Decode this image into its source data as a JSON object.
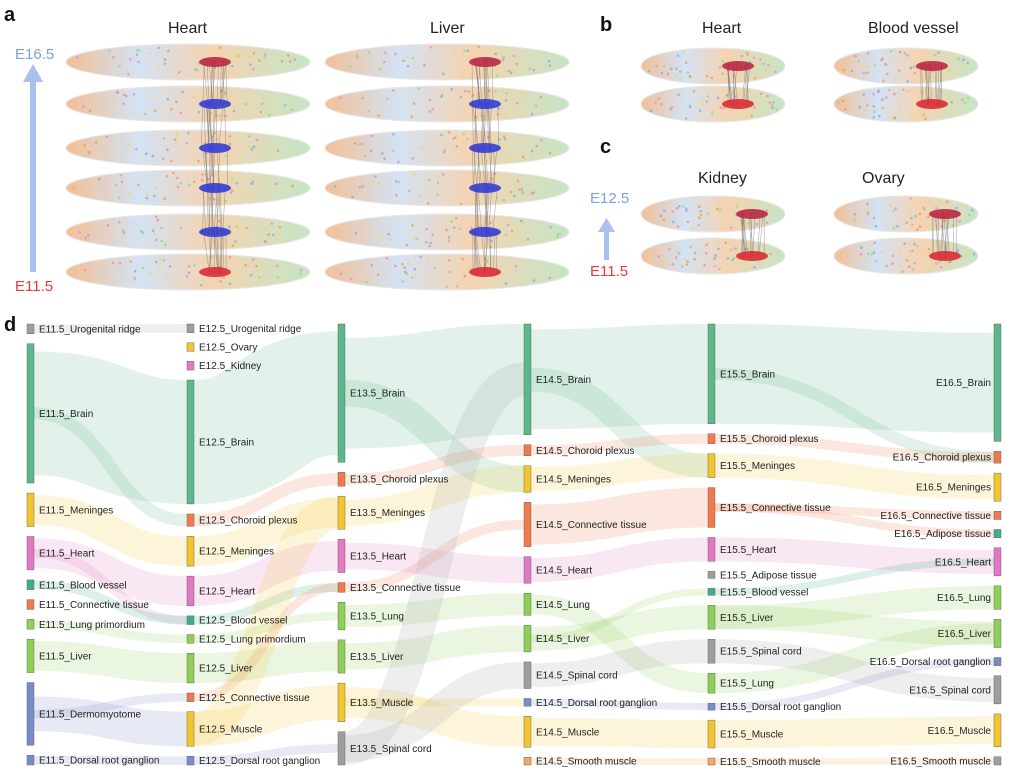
{
  "panels": {
    "a": {
      "label": "a",
      "titles": [
        "Heart",
        "Liver"
      ],
      "time_top": "E16.5",
      "time_bottom": "E11.5"
    },
    "b": {
      "label": "b",
      "titles": [
        "Heart",
        "Blood vessel"
      ]
    },
    "c": {
      "label": "c",
      "titles": [
        "Kidney",
        "Ovary"
      ],
      "time_top": "E12.5",
      "time_bottom": "E11.5"
    },
    "d": {
      "label": "d"
    }
  },
  "colors": {
    "time_top": "#7b9fe0",
    "time_bottom": "#e23b3b",
    "arrow": "#a9bfee",
    "brain": "#5cb88a",
    "heart": "#e07ac4",
    "liver": "#8fcf57",
    "muscle": "#f2c530",
    "meninges": "#f2c530",
    "connective": "#ef7a4c",
    "gray": "#9e9e9e",
    "blue": "#7a8cc7"
  },
  "sankey": {
    "columns": [
      {
        "stage": "E11.5",
        "nodes": [
          {
            "id": "c0_ur",
            "label": "E11.5_Urogenital ridge",
            "color": "#9e9e9e"
          },
          {
            "id": "c0_br",
            "label": "E11.5_Brain",
            "color": "#5cb88a"
          },
          {
            "id": "c0_me",
            "label": "E11.5_Meninges",
            "color": "#f2c530"
          },
          {
            "id": "c0_he",
            "label": "E11.5_Heart",
            "color": "#e07ac4"
          },
          {
            "id": "c0_bv",
            "label": "E11.5_Blood vessel",
            "color": "#3fae8a"
          },
          {
            "id": "c0_ct",
            "label": "E11.5_Connective tissue",
            "color": "#ef7a4c"
          },
          {
            "id": "c0_lp",
            "label": "E11.5_Lung primordium",
            "color": "#8fcf57"
          },
          {
            "id": "c0_li",
            "label": "E11.5_Liver",
            "color": "#8fcf57"
          },
          {
            "id": "c0_dm",
            "label": "E11.5_Dermomyotome",
            "color": "#7a8cc7"
          },
          {
            "id": "c0_dr",
            "label": "E11.5_Dorsal root ganglion",
            "color": "#7a8cc7"
          }
        ]
      },
      {
        "stage": "E12.5",
        "nodes": [
          {
            "id": "c1_ur",
            "label": "E12.5_Urogenital ridge",
            "color": "#9e9e9e"
          },
          {
            "id": "c1_ov",
            "label": "E12.5_Ovary",
            "color": "#f2c530"
          },
          {
            "id": "c1_ki",
            "label": "E12.5_Kidney",
            "color": "#e07ac4"
          },
          {
            "id": "c1_br",
            "label": "E12.5_Brain",
            "color": "#5cb88a"
          },
          {
            "id": "c1_cp",
            "label": "E12.5_Choroid plexus",
            "color": "#ef7a4c"
          },
          {
            "id": "c1_me",
            "label": "E12.5_Meninges",
            "color": "#f2c530"
          },
          {
            "id": "c1_he",
            "label": "E12.5_Heart",
            "color": "#e07ac4"
          },
          {
            "id": "c1_bv",
            "label": "E12.5_Blood vessel",
            "color": "#3fae8a"
          },
          {
            "id": "c1_lp",
            "label": "E12.5_Lung primordium",
            "color": "#8fcf57"
          },
          {
            "id": "c1_li",
            "label": "E12.5_Liver",
            "color": "#8fcf57"
          },
          {
            "id": "c1_ct",
            "label": "E12.5_Connective tissue",
            "color": "#ef7a4c"
          },
          {
            "id": "c1_mu",
            "label": "E12.5_Muscle",
            "color": "#f2c530"
          },
          {
            "id": "c1_dr",
            "label": "E12.5_Dorsal root ganglion",
            "color": "#7a8cc7"
          }
        ]
      },
      {
        "stage": "E13.5",
        "nodes": [
          {
            "id": "c2_br",
            "label": "E13.5_Brain",
            "color": "#5cb88a"
          },
          {
            "id": "c2_cp",
            "label": "E13.5_Choroid plexus",
            "color": "#ef7a4c"
          },
          {
            "id": "c2_me",
            "label": "E13.5_Meninges",
            "color": "#f2c530"
          },
          {
            "id": "c2_he",
            "label": "E13.5_Heart",
            "color": "#e07ac4"
          },
          {
            "id": "c2_ct",
            "label": "E13.5_Connective tissue",
            "color": "#ef7a4c"
          },
          {
            "id": "c2_lu",
            "label": "E13.5_Lung",
            "color": "#8fcf57"
          },
          {
            "id": "c2_li",
            "label": "E13.5_Liver",
            "color": "#8fcf57"
          },
          {
            "id": "c2_mu",
            "label": "E13.5_Muscle",
            "color": "#f2c530"
          },
          {
            "id": "c2_sc",
            "label": "E13.5_Spinal cord",
            "color": "#9e9e9e"
          }
        ]
      },
      {
        "stage": "E14.5",
        "nodes": [
          {
            "id": "c3_br",
            "label": "E14.5_Brain",
            "color": "#5cb88a"
          },
          {
            "id": "c3_cp",
            "label": "E14.5_Choroid plexus",
            "color": "#ef7a4c"
          },
          {
            "id": "c3_me",
            "label": "E14.5_Meninges",
            "color": "#f2c530"
          },
          {
            "id": "c3_ct",
            "label": "E14.5_Connective tissue",
            "color": "#ef7a4c"
          },
          {
            "id": "c3_he",
            "label": "E14.5_Heart",
            "color": "#e07ac4"
          },
          {
            "id": "c3_lu",
            "label": "E14.5_Lung",
            "color": "#8fcf57"
          },
          {
            "id": "c3_li",
            "label": "E14.5_Liver",
            "color": "#8fcf57"
          },
          {
            "id": "c3_sc",
            "label": "E14.5_Spinal cord",
            "color": "#9e9e9e"
          },
          {
            "id": "c3_dr",
            "label": "E14.5_Dorsal root ganglion",
            "color": "#7a8cc7"
          },
          {
            "id": "c3_mu",
            "label": "E14.5_Muscle",
            "color": "#f2c530"
          },
          {
            "id": "c3_sm",
            "label": "E14.5_Smooth muscle",
            "color": "#f0a868"
          }
        ]
      },
      {
        "stage": "E15.5",
        "nodes": [
          {
            "id": "c4_br",
            "label": "E15.5_Brain",
            "color": "#5cb88a"
          },
          {
            "id": "c4_cp",
            "label": "E15.5_Choroid plexus",
            "color": "#ef7a4c"
          },
          {
            "id": "c4_me",
            "label": "E15.5_Meninges",
            "color": "#f2c530"
          },
          {
            "id": "c4_ct",
            "label": "E15.5_Connective tissue",
            "color": "#ef7a4c"
          },
          {
            "id": "c4_he",
            "label": "E15.5_Heart",
            "color": "#e07ac4"
          },
          {
            "id": "c4_at",
            "label": "E15.5_Adipose tissue",
            "color": "#9e9e9e"
          },
          {
            "id": "c4_bv",
            "label": "E15.5_Blood vessel",
            "color": "#3fae8a"
          },
          {
            "id": "c4_li",
            "label": "E15.5_Liver",
            "color": "#8fcf57"
          },
          {
            "id": "c4_sc",
            "label": "E15.5_Spinal cord",
            "color": "#9e9e9e"
          },
          {
            "id": "c4_lu",
            "label": "E15.5_Lung",
            "color": "#8fcf57"
          },
          {
            "id": "c4_dr",
            "label": "E15.5_Dorsal root ganglion",
            "color": "#7a8cc7"
          },
          {
            "id": "c4_mu",
            "label": "E15.5_Muscle",
            "color": "#f2c530"
          },
          {
            "id": "c4_sm",
            "label": "E15.5_Smooth muscle",
            "color": "#f0a868"
          }
        ]
      },
      {
        "stage": "E16.5",
        "nodes": [
          {
            "id": "c5_br",
            "label": "E16.5_Brain",
            "color": "#5cb88a"
          },
          {
            "id": "c5_cp",
            "label": "E16.5_Choroid plexus",
            "color": "#ef7a4c"
          },
          {
            "id": "c5_me",
            "label": "E16.5_Meninges",
            "color": "#f2c530"
          },
          {
            "id": "c5_ct",
            "label": "E16.5_Connective tissue",
            "color": "#ef7a4c"
          },
          {
            "id": "c5_at",
            "label": "E16.5_Adipose tissue",
            "color": "#3fae8a"
          },
          {
            "id": "c5_he",
            "label": "E16.5_Heart",
            "color": "#e07ac4"
          },
          {
            "id": "c5_lu",
            "label": "E16.5_Lung",
            "color": "#8fcf57"
          },
          {
            "id": "c5_li",
            "label": "E16.5_Liver",
            "color": "#8fcf57"
          },
          {
            "id": "c5_dr",
            "label": "E16.5_Dorsal root ganglion",
            "color": "#7a8cc7"
          },
          {
            "id": "c5_sc",
            "label": "E16.5_Spinal cord",
            "color": "#9e9e9e"
          },
          {
            "id": "c5_mu",
            "label": "E16.5_Muscle",
            "color": "#f2c530"
          },
          {
            "id": "c5_sm",
            "label": "E16.5_Smooth muscle",
            "color": "#9e9e9e"
          }
        ]
      }
    ],
    "flows": [
      [
        "c0_br",
        "c1_br"
      ],
      [
        "c0_br",
        "c1_cp"
      ],
      [
        "c0_me",
        "c1_me"
      ],
      [
        "c0_he",
        "c1_he"
      ],
      [
        "c0_he",
        "c1_bv"
      ],
      [
        "c0_bv",
        "c1_bv"
      ],
      [
        "c0_lp",
        "c1_lp"
      ],
      [
        "c0_li",
        "c1_li"
      ],
      [
        "c0_dm",
        "c1_mu"
      ],
      [
        "c0_dm",
        "c1_ct"
      ],
      [
        "c0_dr",
        "c1_dr"
      ],
      [
        "c0_ur",
        "c1_ur"
      ],
      [
        "c1_br",
        "c2_br"
      ],
      [
        "c1_cp",
        "c2_cp"
      ],
      [
        "c1_me",
        "c2_me"
      ],
      [
        "c1_he",
        "c2_he"
      ],
      [
        "c1_bv",
        "c2_ct"
      ],
      [
        "c1_lp",
        "c2_lu"
      ],
      [
        "c1_li",
        "c2_li"
      ],
      [
        "c1_ct",
        "c2_ct"
      ],
      [
        "c1_mu",
        "c2_mu"
      ],
      [
        "c1_dr",
        "c2_sc"
      ],
      [
        "c1_mu",
        "c2_me"
      ],
      [
        "c2_br",
        "c3_br"
      ],
      [
        "c2_br",
        "c3_me"
      ],
      [
        "c2_cp",
        "c3_cp"
      ],
      [
        "c2_me",
        "c3_me"
      ],
      [
        "c2_he",
        "c3_he"
      ],
      [
        "c2_ct",
        "c3_ct"
      ],
      [
        "c2_lu",
        "c3_lu"
      ],
      [
        "c2_li",
        "c3_li"
      ],
      [
        "c2_mu",
        "c3_mu"
      ],
      [
        "c2_mu",
        "c3_dr"
      ],
      [
        "c2_sc",
        "c3_sc"
      ],
      [
        "c2_sc",
        "c3_br"
      ],
      [
        "c3_br",
        "c4_br"
      ],
      [
        "c3_br",
        "c4_me"
      ],
      [
        "c3_cp",
        "c4_cp"
      ],
      [
        "c3_me",
        "c4_me"
      ],
      [
        "c3_ct",
        "c4_ct"
      ],
      [
        "c3_he",
        "c4_he"
      ],
      [
        "c3_lu",
        "c4_lu"
      ],
      [
        "c3_li",
        "c4_li"
      ],
      [
        "c3_sc",
        "c4_sc"
      ],
      [
        "c3_dr",
        "c4_dr"
      ],
      [
        "c3_mu",
        "c4_mu"
      ],
      [
        "c3_sm",
        "c4_sm"
      ],
      [
        "c3_li",
        "c4_bv"
      ],
      [
        "c4_br",
        "c5_br"
      ],
      [
        "c4_br",
        "c5_cp"
      ],
      [
        "c4_cp",
        "c5_cp"
      ],
      [
        "c4_me",
        "c5_me"
      ],
      [
        "c4_ct",
        "c5_ct"
      ],
      [
        "c4_ct",
        "c5_at"
      ],
      [
        "c4_he",
        "c5_he"
      ],
      [
        "c4_bv",
        "c5_he"
      ],
      [
        "c4_li",
        "c5_li"
      ],
      [
        "c4_li",
        "c5_lu"
      ],
      [
        "c4_sc",
        "c5_sc"
      ],
      [
        "c4_lu",
        "c5_li"
      ],
      [
        "c4_dr",
        "c5_dr"
      ],
      [
        "c4_mu",
        "c5_mu"
      ],
      [
        "c4_sm",
        "c5_sm"
      ]
    ]
  }
}
